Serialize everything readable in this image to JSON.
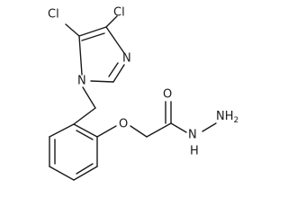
{
  "molecule": {
    "atoms": {
      "cl_left": "Cl",
      "cl_right": "Cl",
      "n_ring_1": "N",
      "n_ring_3": "N",
      "o_ether": "O",
      "o_carbonyl": "O",
      "nh": "N",
      "nh_h": "H",
      "nh2": "NH",
      "nh2_sub": "2"
    }
  },
  "colors": {
    "bond": "#1a1a1a",
    "background": "#ffffff"
  }
}
